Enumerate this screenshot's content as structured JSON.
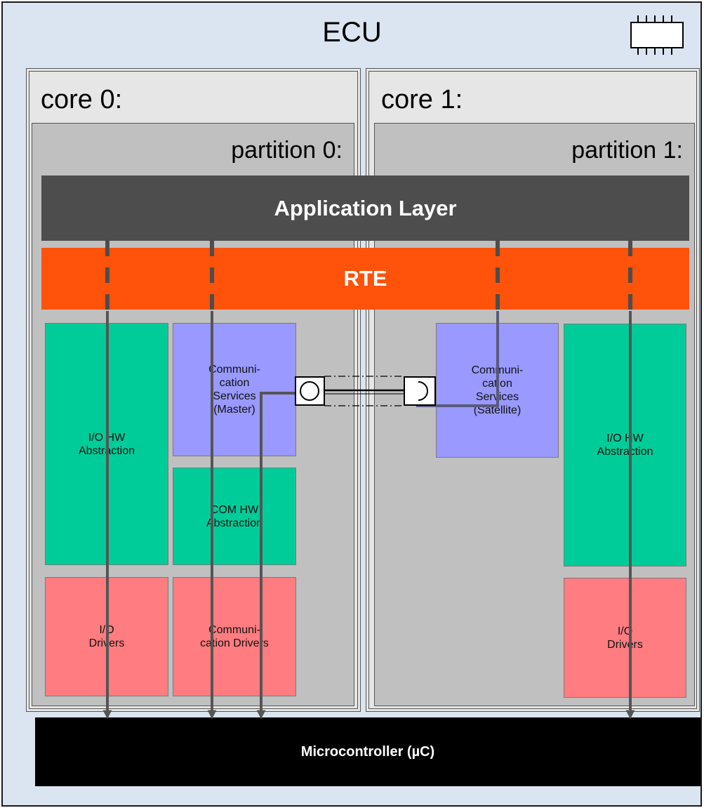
{
  "ecu": {
    "title": "ECU"
  },
  "cores": [
    {
      "label": "core 0:",
      "partition_label": "partition 0:"
    },
    {
      "label": "core 1:",
      "partition_label": "partition 1:"
    }
  ],
  "layers": {
    "application": "Application Layer",
    "rte": "RTE",
    "microcontroller": "Microcontroller (µC)"
  },
  "blocks": {
    "core0_io_hw": "I/O HW\nAbstraction",
    "core0_comm_services": "Communi-\ncation\nServices\n(Master)",
    "core0_com_hw": "COM HW\nAbstraction",
    "core0_io_drivers": "I/O\nDrivers",
    "core0_comm_drivers": "Communi-\ncation Drivers",
    "core1_comm_services": "Communi-\ncation\nServices\n(Satellite)",
    "core1_io_hw": "I/O HW\nAbstraction",
    "core1_io_drivers": "I/O\nDrivers"
  },
  "colors": {
    "ecu_background": "#dbe5f1",
    "application_layer": "#4d4d4d",
    "rte": "#ff520a",
    "abstraction": "#00cc99",
    "services": "#9999ff",
    "drivers": "#ff7c80",
    "microcontroller": "#000000"
  },
  "icons": {
    "ecu": "chip-icon",
    "provided_port": "provided-port-icon",
    "required_port": "required-port-icon"
  }
}
